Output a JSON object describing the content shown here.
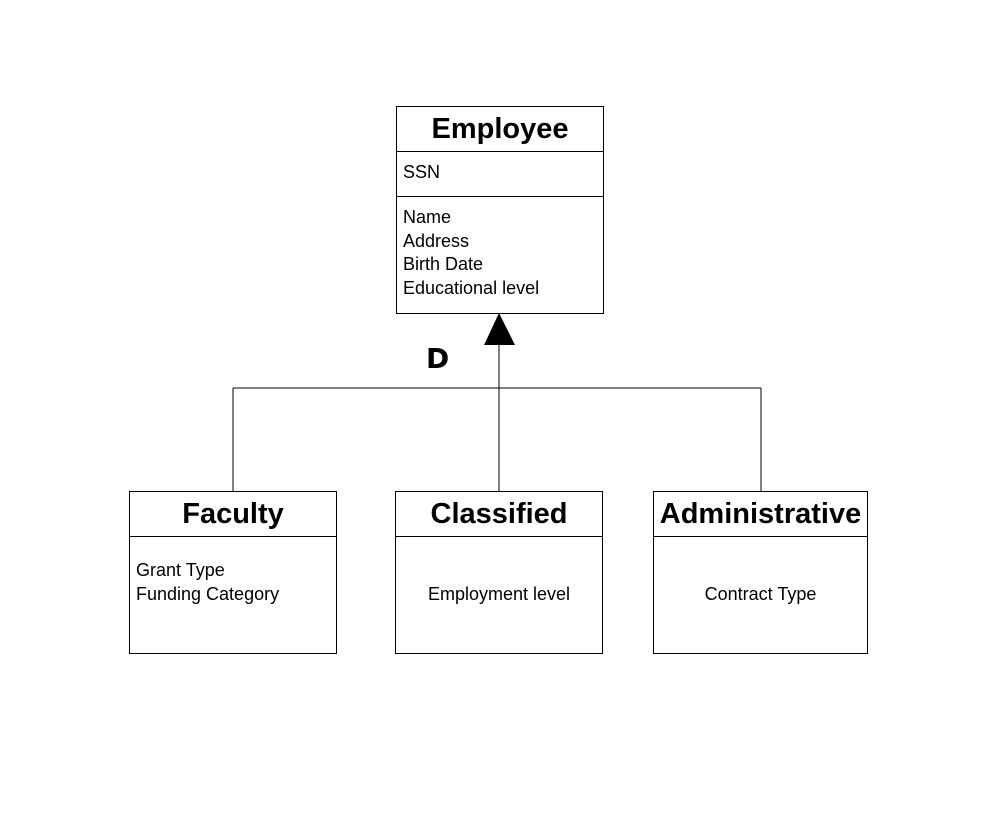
{
  "superclass": {
    "name": "Employee",
    "key_attribute": "SSN",
    "attributes": [
      "Name",
      "Address",
      "Birth Date",
      "Educational level"
    ]
  },
  "specialization": {
    "constraint": "D"
  },
  "subclasses": [
    {
      "name": "Faculty",
      "attributes": [
        "Grant Type",
        "Funding Category"
      ]
    },
    {
      "name": "Classified",
      "attributes": [
        "Employment level"
      ]
    },
    {
      "name": "Administrative",
      "attributes": [
        "Contract Type"
      ]
    }
  ]
}
